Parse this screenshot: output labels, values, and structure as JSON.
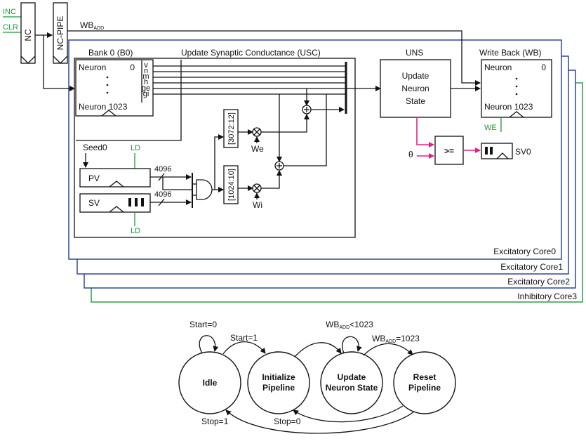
{
  "inputs": {
    "inc": "INC",
    "clr": "CLR"
  },
  "registers": {
    "nc": "NC",
    "nc_pipe": "NC-PIPE"
  },
  "wb_add": {
    "main": "WB",
    "sub": "ADD"
  },
  "bank0": {
    "title": "Bank 0 (B0)",
    "row_first": "Neuron",
    "index_first": "0",
    "row_last": "Neuron 1023",
    "ports": [
      "v",
      "n",
      "m",
      "h",
      "ge",
      "gi"
    ]
  },
  "usc": {
    "title": "Update Synaptic Conductance (USC)"
  },
  "uns": {
    "title": "UNS",
    "box_lines": [
      "Update",
      "Neuron",
      "State"
    ]
  },
  "write_back": {
    "title": "Write Back (WB)",
    "row_first": "Neuron",
    "index_first": "0",
    "row_last": "Neuron 1023",
    "we": "WE"
  },
  "comparator": {
    "symbol": ">=",
    "theta": "θ",
    "sv0": "SV0"
  },
  "seed": {
    "label": "Seed0",
    "ld_top": "LD",
    "ld_bottom": "LD"
  },
  "pv": {
    "label": "PV",
    "width": "4096"
  },
  "sv": {
    "label": "SV",
    "width": "4096"
  },
  "slices": {
    "upper": "[3072:12]",
    "lower": "[1024:10]"
  },
  "weights": {
    "we": "We",
    "wi": "Wi"
  },
  "cores": [
    "Excitatory Core0",
    "Excitatory Core1",
    "Excitatory Core2",
    "Inhibitory Core3"
  ],
  "fsm": {
    "states": [
      {
        "lines": [
          "Idle"
        ]
      },
      {
        "lines": [
          "Initialize",
          "Pipeline"
        ]
      },
      {
        "lines": [
          "Update",
          "Neuron State"
        ]
      },
      {
        "lines": [
          "Reset",
          "Pipeline"
        ]
      }
    ],
    "transitions": {
      "start0": "Start=0",
      "start1": "Start=1",
      "wb_lt": {
        "pre": "WB",
        "sub": "ADD",
        "post": "<1023"
      },
      "wb_eq": {
        "pre": "WB",
        "sub": "ADD",
        "post": "=1023"
      },
      "stop1": "Stop=1",
      "stop0": "Stop=0"
    }
  },
  "colors": {
    "core3_border": "#1a9a3a",
    "core_border": "#1f3a93",
    "signal_magenta": "#e0218a",
    "control_green": "#1a9a3a"
  }
}
